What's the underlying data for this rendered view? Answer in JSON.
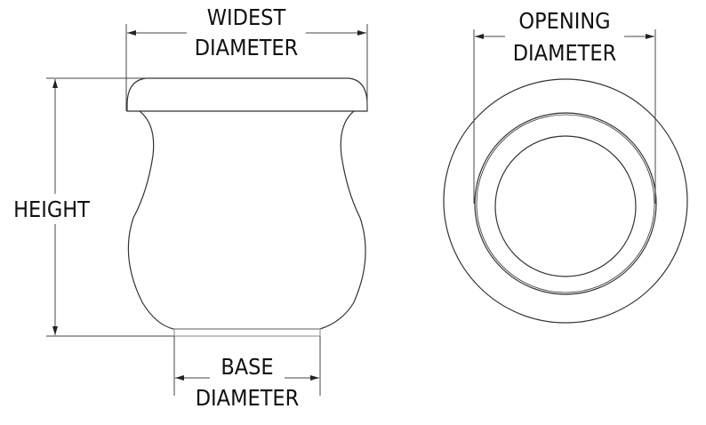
{
  "labels": {
    "widest_line1": "WIDEST",
    "widest_line2": "DIAMETER",
    "opening_line1": "OPENING",
    "opening_line2": "DIAMETER",
    "height": "HEIGHT",
    "base_line1": "BASE",
    "base_line2": "DIAMETER"
  },
  "colors": {
    "stroke": "#222222",
    "dimension": "#555555"
  }
}
